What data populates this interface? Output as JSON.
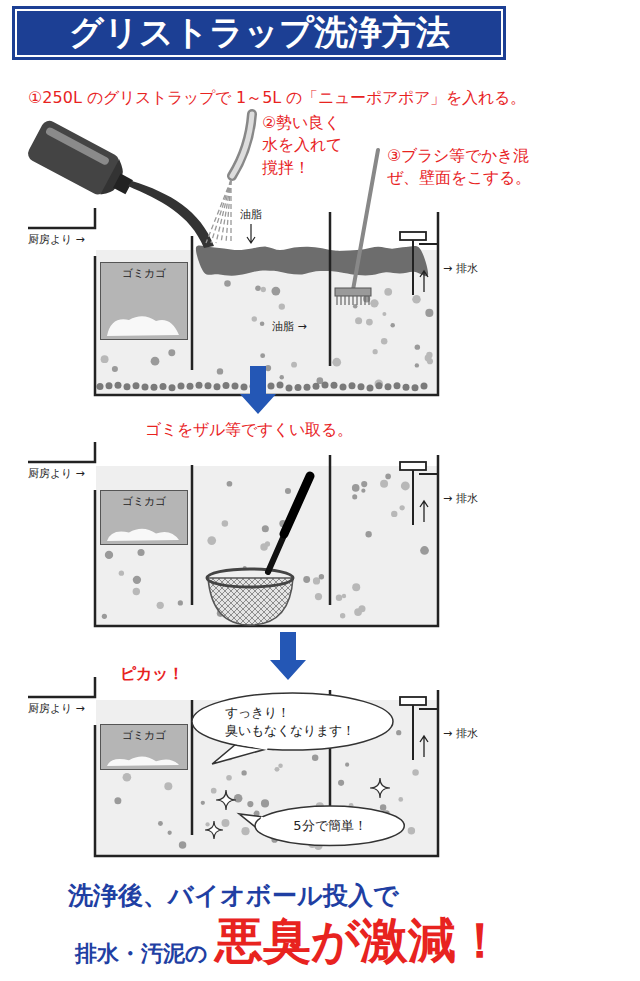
{
  "diagram": {
    "title": "グリストラップ洗浄方法",
    "nodes": [
      {
        "text": [
          "ゴミカゴ"
        ]
      },
      {
        "text": [
          "ゴミカゴ"
        ]
      },
      {
        "text": [
          "すっきり！ 臭いもなくなります！"
        ]
      },
      {
        "text": [
          "ゴミカゴ"
        ]
      },
      {
        "text": [
          "5分で簡単！"
        ]
      }
    ],
    "labels": [
      "①250L のグリストラップで 1～5L の「ニューポアポア」を入れる。",
      "②勢い良く 水を入れて 撹拌！",
      "③ブラシ等でかき混 ぜ、壁面をこする。",
      "油脂",
      "厨房より →",
      "油脂 →",
      "→ 排水",
      "ゴミをザル等ですくい取る。",
      "厨房より →",
      "→ 排水",
      "ピカッ！",
      "厨房より →",
      "→ 排水",
      "洗浄後、バイオボール投入で",
      "排水・汚泥の",
      "悪臭が激減！"
    ]
  }
}
